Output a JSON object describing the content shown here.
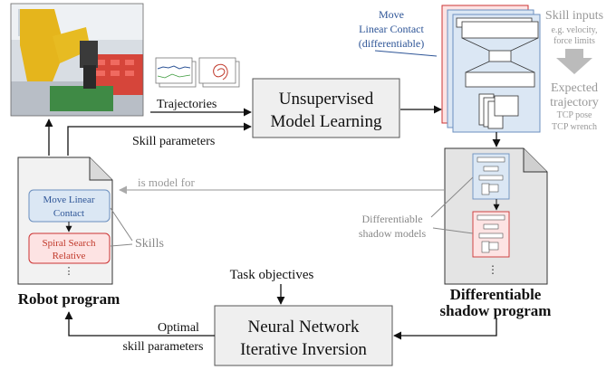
{
  "top_box": {
    "line1": "Unsupervised",
    "line2": "Model Learning"
  },
  "bottom_box": {
    "line1": "Neural Network",
    "line2": "Iterative Inversion"
  },
  "labels": {
    "trajectories": "Trajectories",
    "skill_parameters": "Skill parameters",
    "is_model_for": "is model for",
    "skills": "Skills",
    "task_objectives": "Task objectives",
    "optimal_line1": "Optimal",
    "optimal_line2": "skill parameters",
    "robot_program": "Robot program",
    "shadow_program_line1": "Differentiable",
    "shadow_program_line2": "shadow program",
    "shadow_models_line1": "Differentiable",
    "shadow_models_line2": "shadow models"
  },
  "move_label": {
    "line1": "Move",
    "line2": "Linear Contact",
    "line3": "(differentiable)"
  },
  "skill_inputs": {
    "title": "Skill inputs",
    "sub1": "e.g. velocity,",
    "sub2": "force limits",
    "expected1": "Expected",
    "expected2": "trajectory",
    "tcp_pose": "TCP pose",
    "tcp_wrench": "TCP wrench"
  },
  "robot_doc": {
    "skill1_line1": "Move Linear",
    "skill1_line2": "Contact",
    "skill2_line1": "Spiral Search",
    "skill2_line2": "Relative",
    "ellipsis": "⋮"
  },
  "shadow_doc": {
    "ellipsis": "⋮"
  },
  "colors": {
    "blue_fill": "#dbe7f4",
    "blue_stroke": "#6b8fbf",
    "blue_text": "#2e5597",
    "red_fill": "#fde3e3",
    "red_stroke": "#cc3333",
    "red_text": "#c0392b",
    "gray_box": "#efefef",
    "gray_text": "#999999"
  }
}
